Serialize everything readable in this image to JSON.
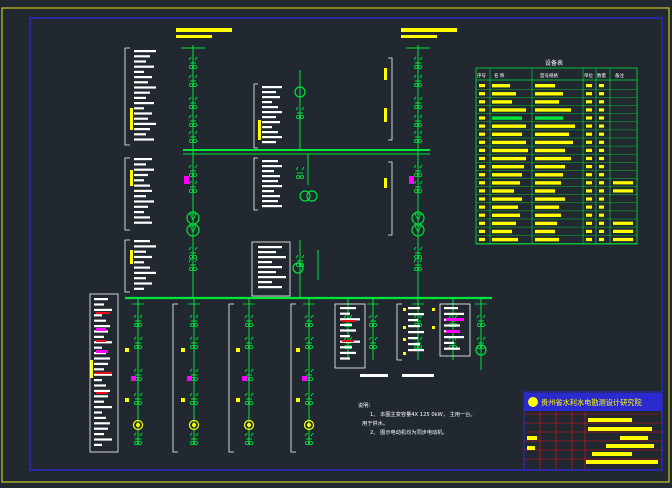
{
  "colors": {
    "background": "#212830",
    "sheet_border": "#c8c820",
    "frame": "#2a2acf",
    "busbar": "#00e63a",
    "annotation": "#ffff00",
    "text": "#ffffff",
    "accent": "#ff00ff",
    "title_block_red": "#e8101a"
  },
  "equipment_table": {
    "title": "设备表",
    "headers": [
      "序号",
      "名 称",
      "型号规格",
      "单位",
      "数量",
      "备注"
    ]
  },
  "notes": {
    "heading": "说明：",
    "items": [
      "1、 本图主变容量4X 125 0kW， 主用一台。",
      "用于供水。",
      "2、 图示电动机均为同步电动机。"
    ]
  },
  "title_block": {
    "organization": "贵州省水利水电勘测设计研究院"
  }
}
